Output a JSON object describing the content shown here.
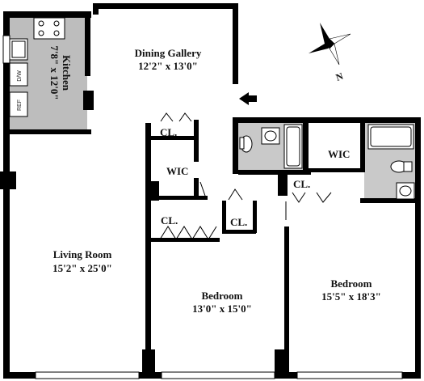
{
  "rooms": {
    "kitchen": {
      "name": "Kitchen",
      "dims": "7'8\" x 12'0\""
    },
    "dining": {
      "name": "Dining Gallery",
      "dims": "12'2\" x 13'0\""
    },
    "living": {
      "name": "Living Room",
      "dims": "15'2\" x 25'0\""
    },
    "bedroom1": {
      "name": "Bedroom",
      "dims": "13'0\" x 15'0\""
    },
    "bedroom2": {
      "name": "Bedroom",
      "dims": "15'5\" x 18'3\""
    }
  },
  "closets": {
    "cl": "CL.",
    "wic": "WIC"
  },
  "fixtures": {
    "dishwasher": "D/W",
    "refrigerator": "REF"
  },
  "compass": {
    "north": "N"
  },
  "colors": {
    "wall": "#000000",
    "kitchen_fill": "#b9b9b9",
    "bath_fill": "#c9c9c9"
  }
}
